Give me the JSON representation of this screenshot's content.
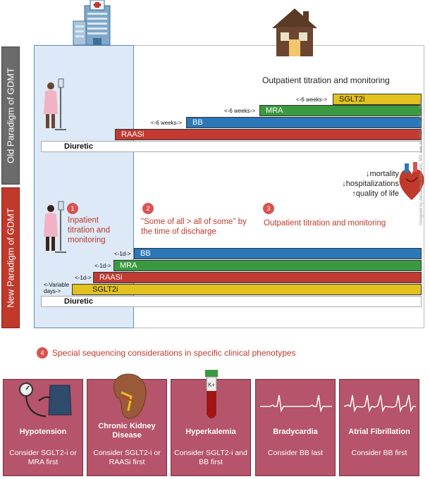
{
  "side": {
    "old_label": "Old Paradigm of GDMT",
    "new_label": "New Paradigm of GDMT"
  },
  "old": {
    "outpatient_title": "Outpatient titration and monitoring",
    "bars": {
      "sglt2i": "SGLT2i",
      "mra": "MRA",
      "bb": "BB",
      "raasi": "RAASi",
      "diuretic": "Diuretic"
    },
    "lags": {
      "sglt2i": "<-6 weeks->",
      "mra": "<-6 weeks->",
      "bb": "<-6 weeks->"
    }
  },
  "outcomes": {
    "mortality": "↓mortality",
    "hospitalizations": "↓hospitalizations",
    "quality": "↑quality of life"
  },
  "steps": {
    "s1_num": "1",
    "s1_text": "Inpatient titration and monitoring",
    "s2_num": "2",
    "s2_text": "\"Some of all > all of some\" by the time of discharge",
    "s3_num": "3",
    "s3_text": "Outpatient titration and monitoring",
    "s4_num": "4",
    "s4_text": "Special sequencing considerations in specific clinical phenotypes"
  },
  "new": {
    "bars": {
      "bb": "BB",
      "mra": "MRA",
      "raasi": "RAASi",
      "sglt2i": "SGLT2i",
      "diuretic": "Diuretic"
    },
    "lags": {
      "bb": "<-1d->",
      "mra": "<-1d->",
      "raasi": "<-1d->",
      "sglt2i": "<-Variable days->"
    }
  },
  "phenotypes": [
    {
      "title": "Hypotension",
      "desc": "Consider SGLT2-i or MRA first"
    },
    {
      "title": "Chronic Kidney Disease",
      "desc": "Consider SGLT2-i or RAASi first"
    },
    {
      "title": "Hyperkalemia",
      "desc": "Consider SGLT2-i and BB first"
    },
    {
      "title": "Bradycardia",
      "desc": "Consider BB last"
    },
    {
      "title": "Atrial Fibrillation",
      "desc": "Consider BB first"
    }
  ],
  "icons": {
    "hyperkalemia_tube_label": "K+"
  },
  "credit": "Designed by Alexandra Schwarts, MD and Jun-Ruey Hu, MD, MPH",
  "colors": {
    "bb": "#2a78b9",
    "mra": "#3a9a3f",
    "raasi": "#c23a32",
    "sglt2i": "#e2c21f",
    "card": "#b5546a",
    "accent_red": "#c0392b"
  }
}
